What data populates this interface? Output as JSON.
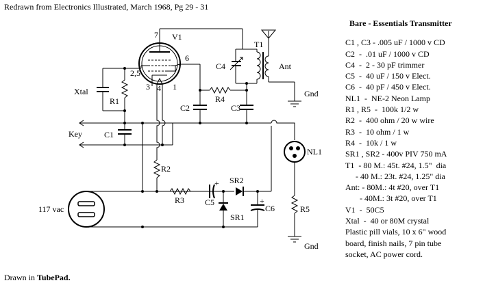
{
  "header": {
    "text": "Redrawn from Electronics Illustrated, March 1968, Pg 29 - 31"
  },
  "footer": {
    "prefix": "Drawn in ",
    "app": "TubePad."
  },
  "parts_list": {
    "title": "Bare - Essentials Transmitter",
    "rows": [
      "C1 , C3 - .005 uF / 1000 v CD",
      "C2  -  .01 uF / 1000 v CD",
      "C4  -  2 - 30 pF trimmer",
      "C5  -  40 uF / 150 v Elect.",
      "C6  -  40 pF / 450 v Elect.",
      "NL1  -  NE-2 Neon Lamp",
      "R1 , R5  -  100k 1/2 w",
      "R2  -  400 ohm / 20 w wire",
      "R3  -  10 ohm / 1 w",
      "R4  -  10k / 1 w",
      "SR1 , SR2 - 400v PIV 750 mA",
      "T1  - 80 M.: 45t. #24, 1.5\"  dia",
      "     - 40 M.: 23t. #24, 1.25\" dia",
      "Ant: - 80M.: 4t #20, over T1",
      "       - 40M.: 3t #20, over T1",
      "V1  -  50C5",
      "Xtal  -  40 or 80M crystal",
      "Plastic pill vials, 10 x 6\" wood",
      "board, finish nails, 7 pin tube",
      "socket, AC power cord."
    ]
  },
  "schematic": {
    "labels": {
      "v1": "V1",
      "pin7": "7",
      "pin6": "6",
      "pin25": "2,5",
      "pin3": "3",
      "pin4": "4",
      "pin1": "1",
      "t1": "T1",
      "c4": "C4",
      "ant": "Ant",
      "gnd_top": "Gnd",
      "xtal": "Xtal",
      "r1": "R1",
      "c2": "C2",
      "r4": "R4",
      "c3": "C3",
      "key": "Key",
      "c1": "C1",
      "nl1": "NL1",
      "r2": "R2",
      "mains": "117 vac",
      "r3": "R3",
      "c5": "C5",
      "c5_plus": "+",
      "sr2": "SR2",
      "c6": "C6",
      "c6_plus": "+",
      "sr1": "SR1",
      "r5": "R5",
      "gnd_bottom": "Gnd"
    }
  }
}
